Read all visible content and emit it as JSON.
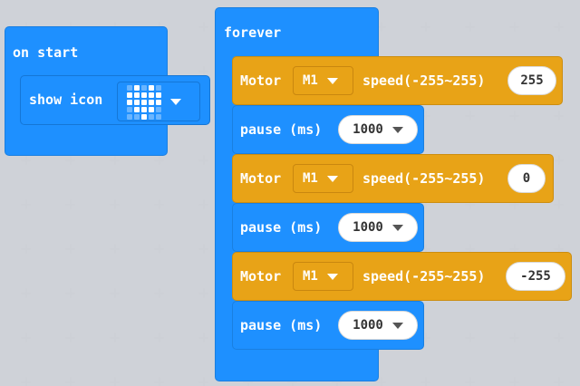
{
  "on_start": {
    "label": "on start",
    "show_icon_label": "show icon"
  },
  "forever": {
    "label": "forever",
    "motor_label": "Motor",
    "speed_label": "speed(-255~255)",
    "pause_label": "pause (ms)",
    "blocks": [
      {
        "motor": "M1",
        "speed": "255"
      },
      {
        "pause": "1000"
      },
      {
        "motor": "M1",
        "speed": "0"
      },
      {
        "pause": "1000"
      },
      {
        "motor": "M1",
        "speed": "-255"
      },
      {
        "pause": "1000"
      }
    ]
  },
  "colors": {
    "blue": "#1e90ff",
    "orange": "#e8a317",
    "background": "#ecedf1"
  },
  "icons": {
    "heart": "heart-icon"
  },
  "heart_pattern": [
    [
      0,
      1,
      0,
      1,
      0
    ],
    [
      1,
      1,
      1,
      1,
      1
    ],
    [
      1,
      1,
      1,
      1,
      1
    ],
    [
      0,
      1,
      1,
      1,
      0
    ],
    [
      0,
      0,
      1,
      0,
      0
    ]
  ]
}
